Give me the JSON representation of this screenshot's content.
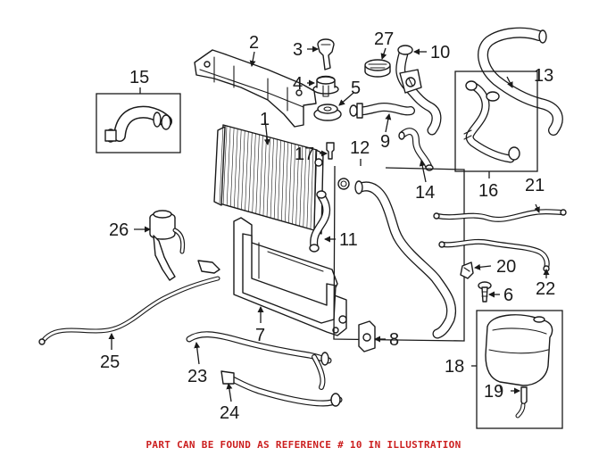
{
  "callouts": [
    "1",
    "2",
    "3",
    "4",
    "5",
    "6",
    "7",
    "8",
    "9",
    "10",
    "11",
    "12",
    "13",
    "14",
    "15",
    "16",
    "17",
    "18",
    "19",
    "20",
    "21",
    "22",
    "23",
    "24",
    "25",
    "26",
    "27"
  ],
  "footer_note": "PART CAN BE FOUND AS REFERENCE # 10 IN ILLUSTRATION",
  "colors": {
    "footer": "#cc1f1f",
    "lines": "#1a1a1a"
  }
}
